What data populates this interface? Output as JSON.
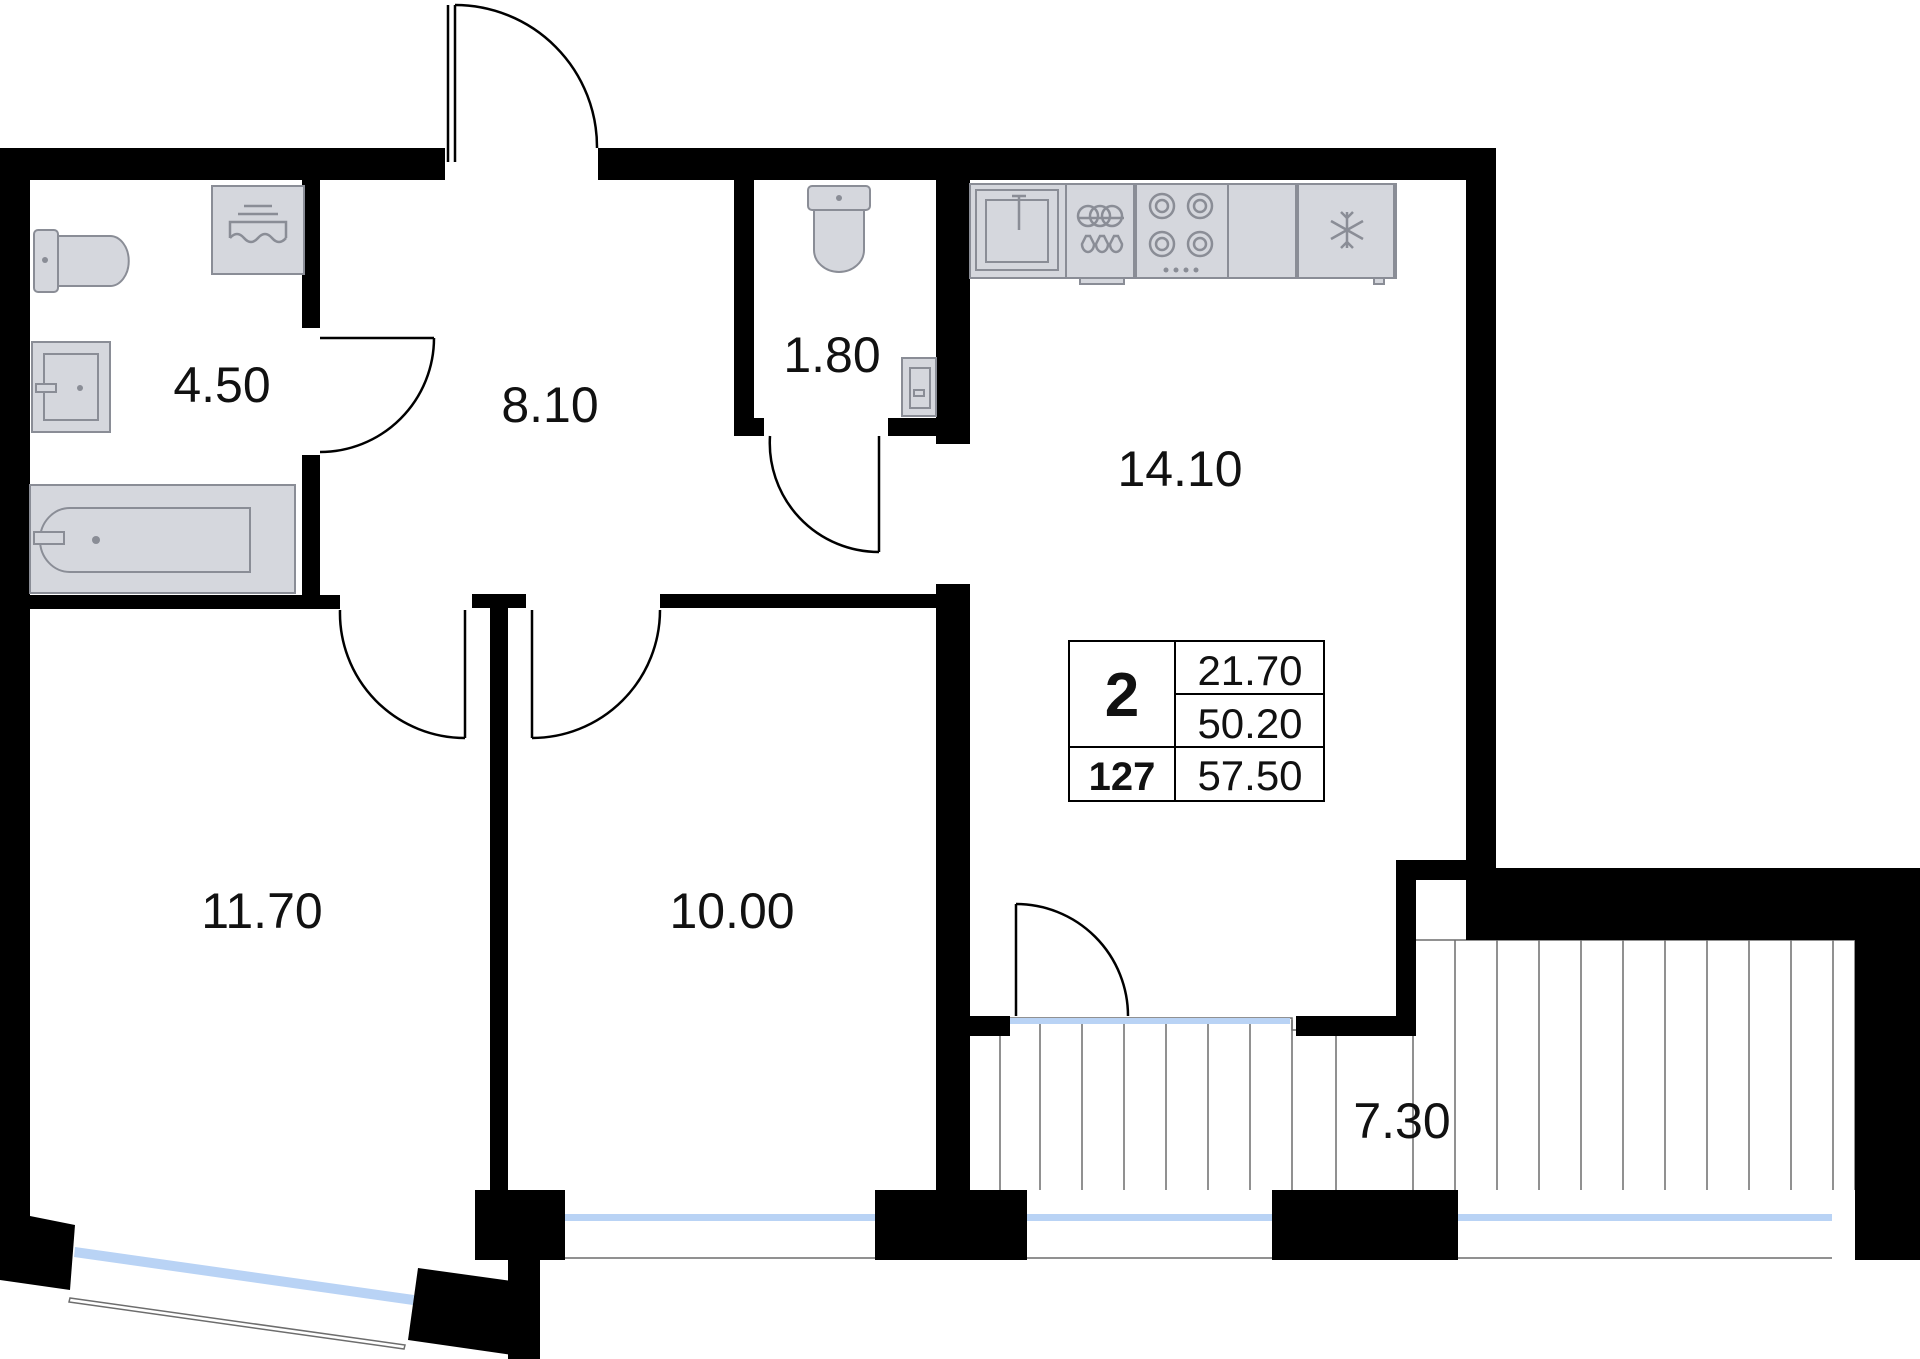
{
  "rooms": {
    "bathroom": "4.50",
    "hall": "8.10",
    "toilet": "1.80",
    "kitchen": "14.10",
    "bedroom_left": "11.70",
    "bedroom_mid": "10.00",
    "balcony": "7.30"
  },
  "info": {
    "rooms_count": "2",
    "apartment_number": "127",
    "living_area": "21.70",
    "total_area": "50.20",
    "total_with_balcony": "57.50"
  },
  "icons": [
    "toilet-icon",
    "washing-machine-icon",
    "sink-icon",
    "bathtub-icon",
    "dishwasher-icon",
    "stove-icon",
    "fridge-icon"
  ]
}
